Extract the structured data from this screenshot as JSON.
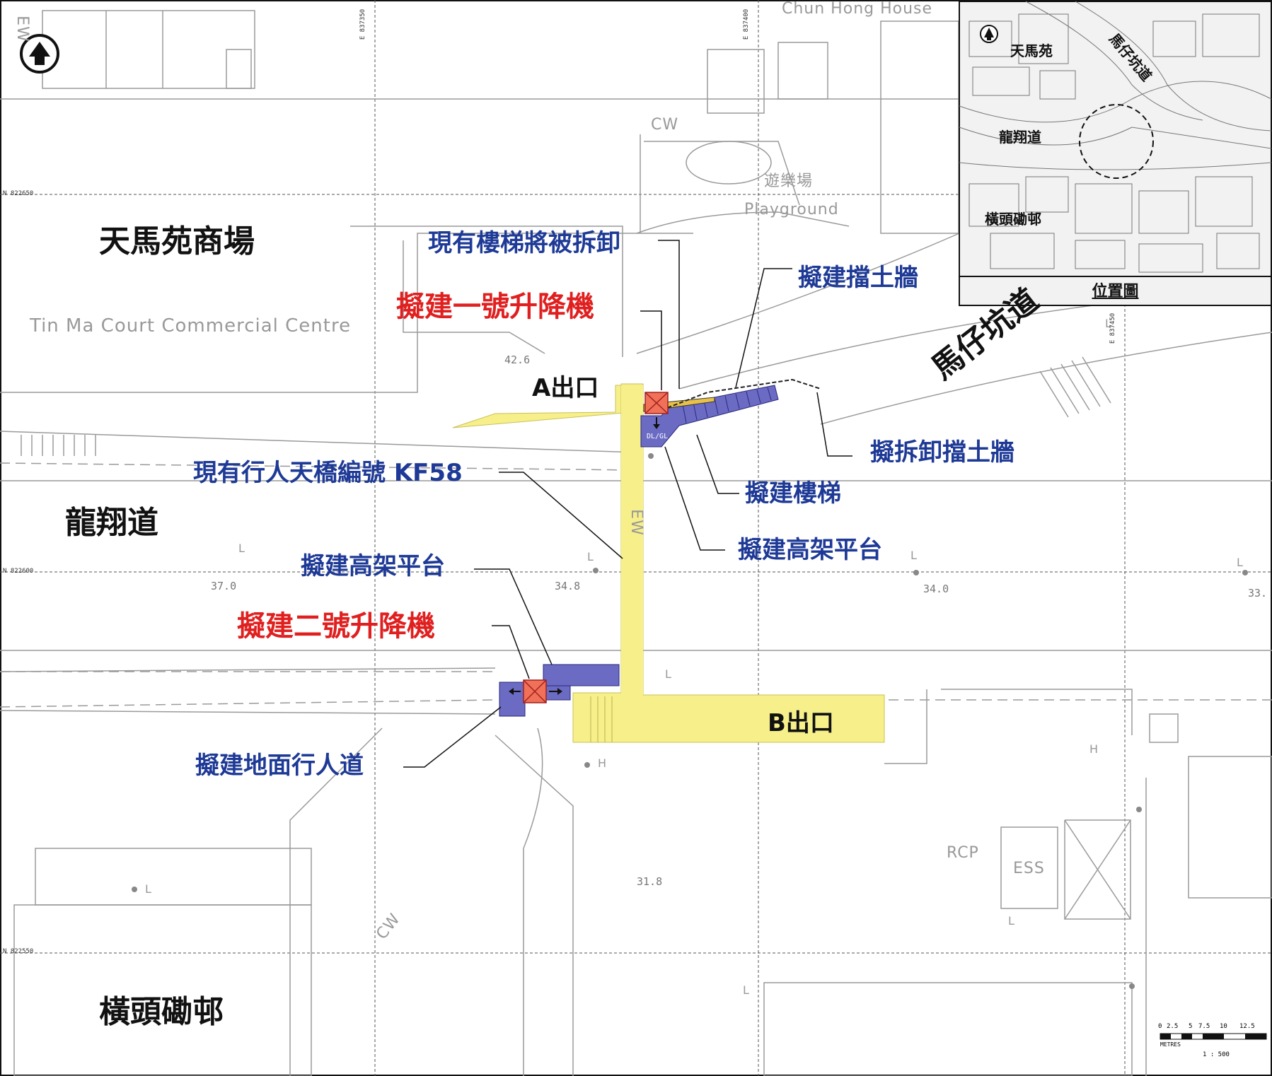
{
  "places": {
    "tin_ma_court_mall": "天馬苑商場",
    "lung_cheung_road": "龍翔道",
    "wang_tau_hom_estate": "橫頭磡邨",
    "ma_chai_hang_road": "馬仔坑道"
  },
  "map_text": {
    "commercial_centre_en": "Tin Ma Court Commercial Centre",
    "playground_zh": "遊樂場",
    "playground_en": "Playground",
    "chun_hong_house": "Chun Hong House",
    "rcp": "RCP",
    "ess": "ESS",
    "cw": "CW",
    "ew": "EW",
    "h": "H",
    "l": "L"
  },
  "spot_heights": [
    "42.6",
    "37.0",
    "34.8",
    "34.0",
    "33.",
    "31.8"
  ],
  "grid_refs": {
    "n1": "N 822650",
    "n2": "N 822600",
    "n3": "N 822550",
    "e1": "E 837350",
    "e2": "E 837400",
    "e3": "E 837450"
  },
  "exits": {
    "a": "A出口",
    "b": "B出口"
  },
  "annotations": {
    "stair_demolish": "現有樓梯將被拆卸",
    "lift1": "擬建一號升降機",
    "retaining_wall_new": "擬建擋土牆",
    "retaining_wall_demolish": "擬拆卸擋土牆",
    "footbridge": "現有行人天橋編號 KF58",
    "stair_new": "擬建樓梯",
    "platform_1": "擬建高架平台",
    "platform_2": "擬建高架平台",
    "lift2": "擬建二號升降機",
    "footpath": "擬建地面行人道"
  },
  "lift_tag": "DL/GL",
  "inset": {
    "title": "位置圖",
    "tin_ma_court": "天馬苑",
    "ma_chai_hang_road": "馬仔坑道",
    "lung_cheung_road": "龍翔道",
    "wang_tau_hom": "橫頭磡邨"
  },
  "scale_bar": {
    "ticks": [
      "0",
      "2.5",
      "5",
      "7.5",
      "10",
      "12.5"
    ],
    "unit": "METRES",
    "ratio": "1 : 500"
  },
  "colors": {
    "footbridge_yellow": "#f7f08a",
    "proposed_blue": "#6b6bc4",
    "lift_red": "#f07058",
    "label_blue": "#1e3a96",
    "label_red": "#e02020"
  }
}
